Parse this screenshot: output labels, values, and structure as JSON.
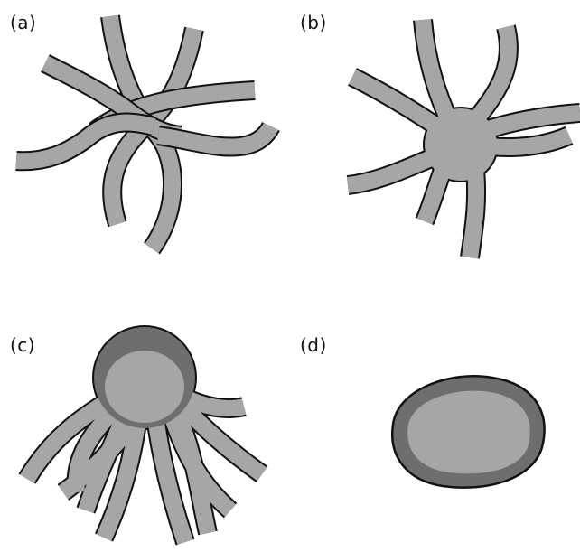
{
  "panels": [
    {
      "label": "(a)"
    },
    {
      "label": "(b)"
    },
    {
      "label": "(c)"
    },
    {
      "label": "(d)"
    }
  ],
  "colors": {
    "strand_fill": "#a6a6a6",
    "core_fill": "#a6a6a6",
    "shell_fill": "#6e6e6e",
    "outline": "#111111"
  }
}
